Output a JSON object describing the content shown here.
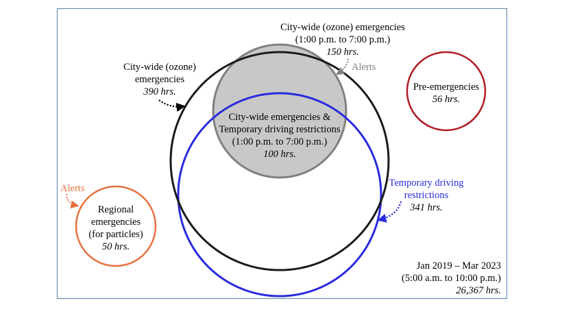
{
  "colors": {
    "frame": "#6b8fb5",
    "citywide": "#1a1a1a",
    "citywide_afternoon": "#808080",
    "afternoon_fill": "#c8c8c8",
    "driving_restrictions": "#2a2adf",
    "pre_emergencies": "#b01c24",
    "regional": "#e6703f"
  },
  "citywide_afternoon": {
    "line1": "City-wide (ozone) emergencies",
    "line2": "(1:00 p.m. to 7:00 p.m.)",
    "hours": "150 hrs.",
    "alerts": "Alerts"
  },
  "citywide": {
    "line1": "City-wide (ozone)",
    "line2": "emergencies",
    "hours": "390 hrs."
  },
  "overlap": {
    "line1": "City-wide emergencies &",
    "line2": "Temporary driving restrictions",
    "line3": "(1:00 p.m. to 7:00 p.m.)",
    "hours": "100 hrs."
  },
  "pre_emergencies": {
    "line1": "Pre-emergencies",
    "hours": "56 hrs."
  },
  "driving_restrictions": {
    "line1": "Temporary driving",
    "line2": "restrictions",
    "hours": "341 hrs."
  },
  "regional": {
    "alerts": "Alerts",
    "line1": "Regional",
    "line2": "emergencies",
    "line3": "(for particles)",
    "hours": "50 hrs."
  },
  "period": {
    "line1": "Jan 2019 – Mar 2023",
    "line2": "(5:00 a.m. to 10:00 p.m.)",
    "hours": "26,367 hrs."
  }
}
